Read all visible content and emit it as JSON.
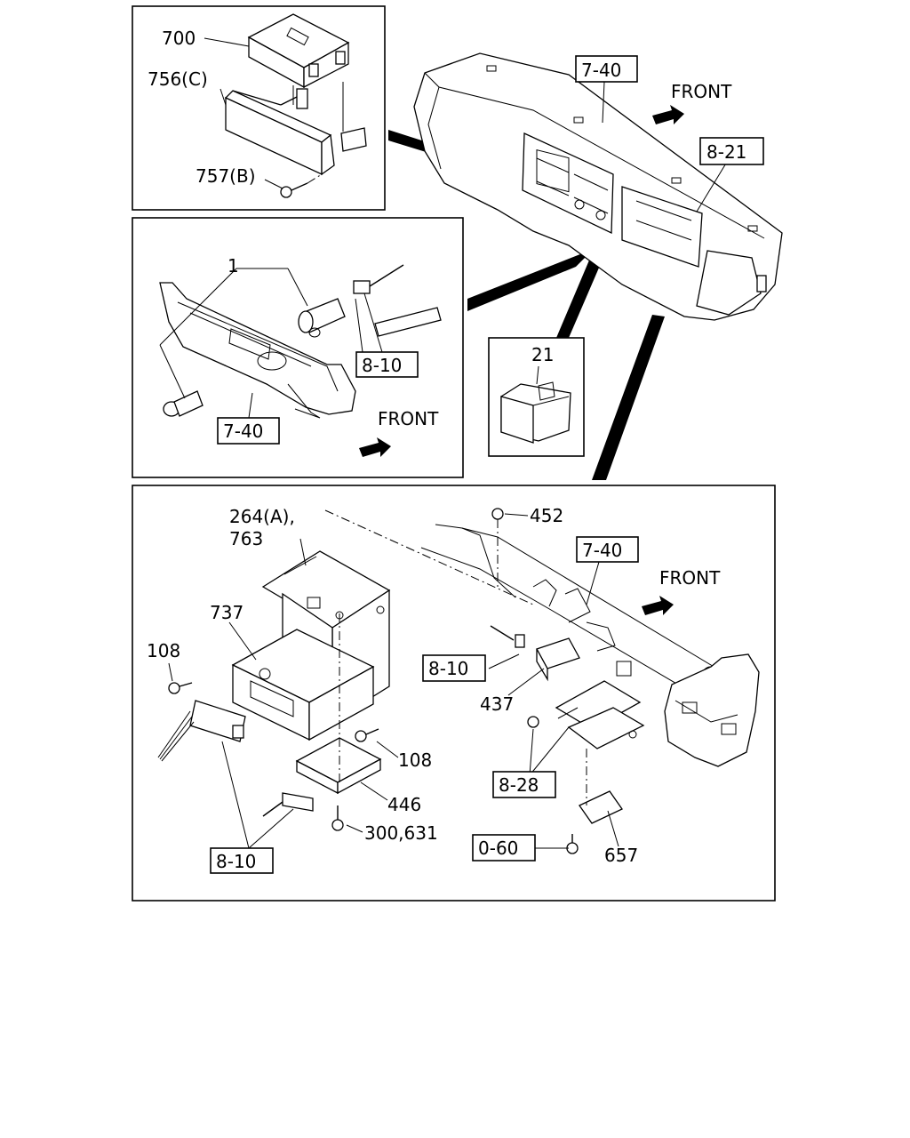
{
  "labels": {
    "p700": "700",
    "p756c": "756(C)",
    "p757b": "757(B)",
    "p1": "1",
    "p21": "21",
    "p264a": "264(A),",
    "p763": "763",
    "p737": "737",
    "p108a": "108",
    "p108b": "108",
    "p446": "446",
    "p300": "300,631",
    "p452": "452",
    "p437": "437",
    "p657": "657"
  },
  "refs": {
    "top740": "7-40",
    "r821": "8-21",
    "mid810": "8-10",
    "mid740": "7-40",
    "bot740": "7-40",
    "bot810a": "8-10",
    "bot828": "8-28",
    "bot810b": "8-10",
    "bot060": "0-60"
  },
  "front": {
    "top": "FRONT",
    "mid": "FRONT",
    "bot": "FRONT"
  }
}
